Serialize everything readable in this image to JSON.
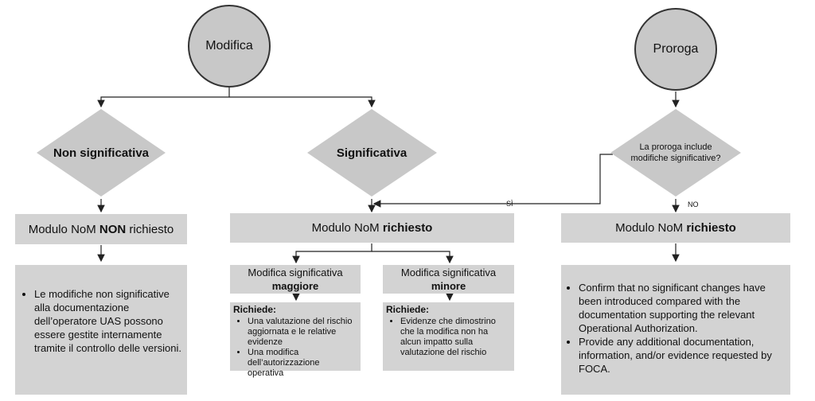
{
  "start_left": "Modifica",
  "start_right": "Proroga",
  "diamond_non_sig": "Non significativa",
  "diamond_sig": "Significativa",
  "diamond_question": "La proroga include modifiche significative?",
  "label_yes": "SÌ",
  "label_no": "NO",
  "box_non_required": {
    "prefix": "Modulo NoM ",
    "bold": "NON",
    "suffix": " richiesto"
  },
  "box_required_mid": {
    "prefix": "Modulo NoM ",
    "bold": "richiesto"
  },
  "box_required_right": {
    "prefix": "Modulo NoM ",
    "bold": "richiesto"
  },
  "major": {
    "line1": "Modifica significativa",
    "line2": "maggiore"
  },
  "minor": {
    "line1": "Modifica significativa",
    "line2": "minore"
  },
  "left_body": [
    "Le modifiche non significative alla documentazione dell’operatore UAS possono essere gestite internamente tramite il controllo delle versioni."
  ],
  "major_req": {
    "title": "Richiede:",
    "items": [
      "Una valutazione del rischio aggiornata e le relative evidenze",
      "Una modifica dell’autorizzazione operativa"
    ]
  },
  "minor_req": {
    "title": "Richiede:",
    "items": [
      "Evidenze che dimostrino che la modifica non ha alcun impatto sulla valutazione del rischio"
    ]
  },
  "right_body": [
    "Confirm that no significant changes have been introduced compared with the documentation supporting the relevant Operational Authorization.",
    "Provide any additional documentation, information, and/or evidence requested by FOCA."
  ]
}
